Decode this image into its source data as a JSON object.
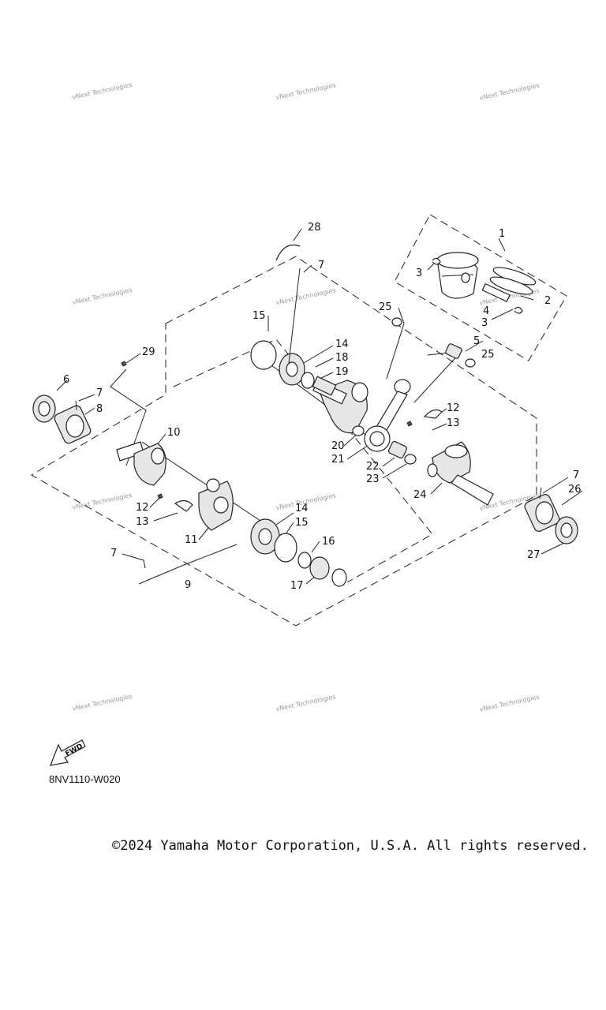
{
  "diagram": {
    "title_code": "8NV1110-W020",
    "fwd_label": "FWD",
    "copyright": "©2024 Yamaha Motor Corporation, U.S.A. All rights reserved.",
    "watermark_text": "vNext Technologies",
    "callouts": [
      "1",
      "2",
      "3",
      "3",
      "4",
      "5",
      "6",
      "7",
      "7",
      "7",
      "7",
      "8",
      "9",
      "10",
      "11",
      "12",
      "12",
      "13",
      "13",
      "14",
      "14",
      "15",
      "15",
      "16",
      "17",
      "18",
      "19",
      "20",
      "21",
      "22",
      "23",
      "24",
      "25",
      "25",
      "26",
      "27",
      "28",
      "29"
    ]
  }
}
